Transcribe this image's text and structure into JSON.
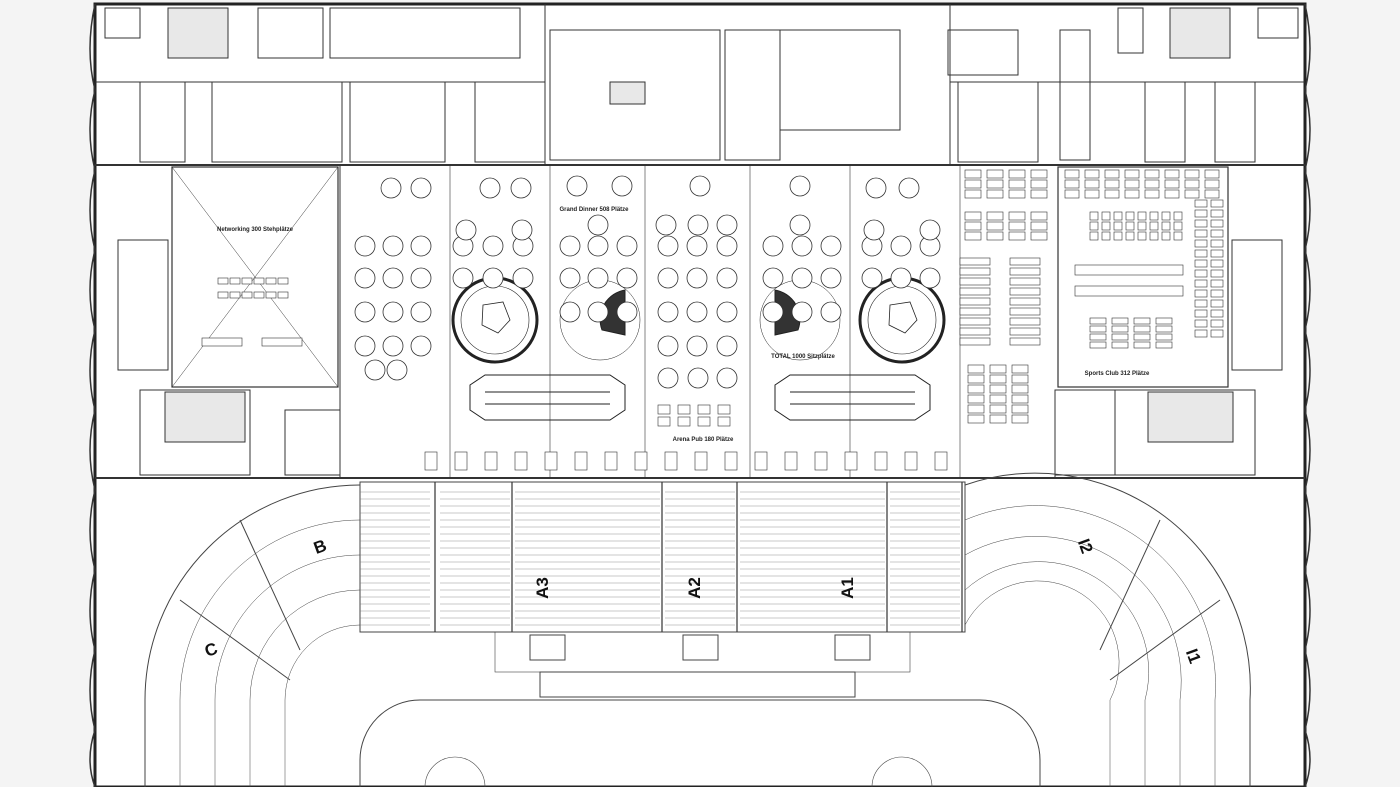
{
  "plan": {
    "room_labels": {
      "networking": "Networking 300 Stehplätze",
      "grand_dinner": "Grand Dinner 508 Plätze",
      "total": "TOTAL 1000 Sitzplätze",
      "arena_pub": "Arena Pub 180 Plätze",
      "sports_club": "Sports Club 312 Plätze"
    },
    "sections": {
      "B": "B",
      "C": "C",
      "A3": "A3",
      "A2": "A2",
      "A1": "A1",
      "I2": "I2",
      "I1": "I1"
    }
  }
}
